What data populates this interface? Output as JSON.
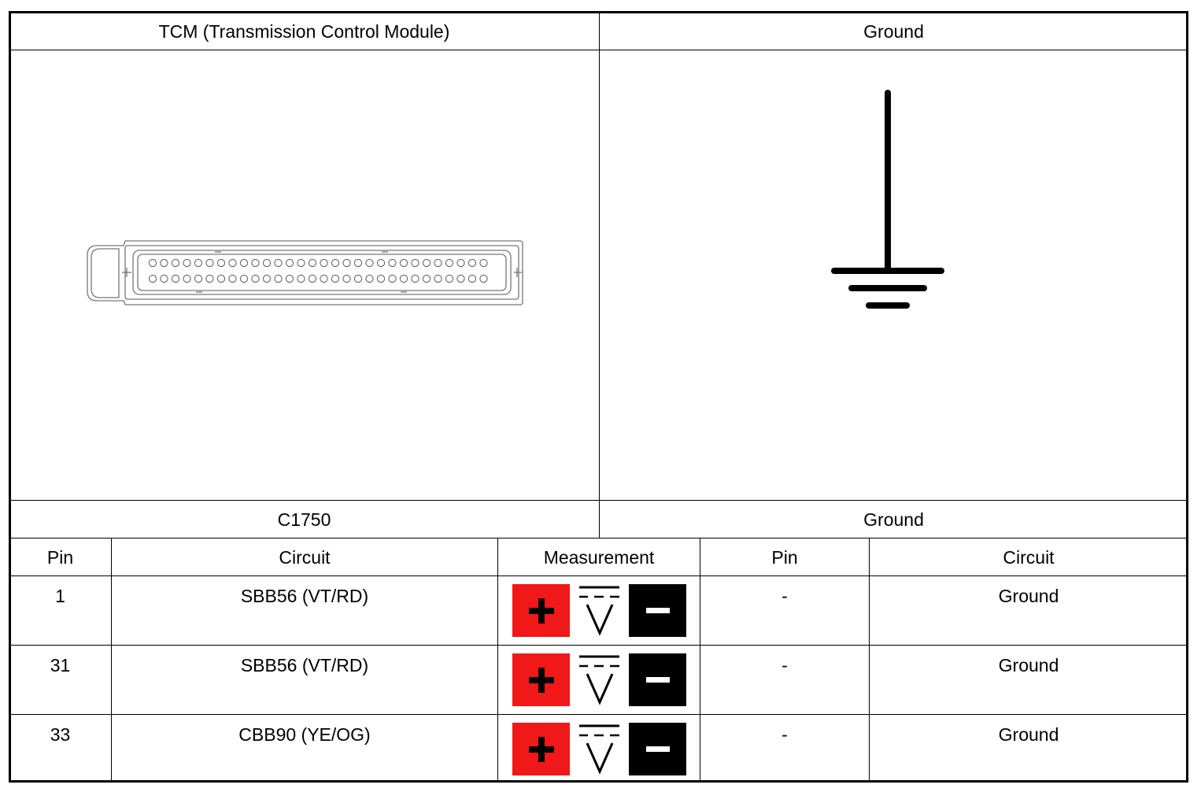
{
  "header": {
    "left_title": "TCM (Transmission Control Module)",
    "right_title": "Ground"
  },
  "connector": {
    "left_id": "C1750",
    "right_id": "Ground"
  },
  "table": {
    "columns": [
      "Pin",
      "Circuit",
      "Measurement",
      "Pin",
      "Circuit"
    ],
    "rows": [
      {
        "pin": "1",
        "circuit": "SBB56 (VT/RD)",
        "measurement": "DC voltage",
        "pin2": "-",
        "circuit2": "Ground"
      },
      {
        "pin": "31",
        "circuit": "SBB56 (VT/RD)",
        "measurement": "DC voltage",
        "pin2": "-",
        "circuit2": "Ground"
      },
      {
        "pin": "33",
        "circuit": "CBB90 (YE/OG)",
        "measurement": "DC voltage",
        "pin2": "-",
        "circuit2": "Ground"
      }
    ]
  },
  "icons": {
    "connector": "connector-c1750-icon",
    "ground": "ground-symbol-icon",
    "plus": "plus-probe-icon",
    "dc_voltage": "dc-voltage-icon",
    "minus": "minus-probe-icon"
  },
  "colors": {
    "plus_box": "#f01818",
    "minus_box": "#000000"
  }
}
